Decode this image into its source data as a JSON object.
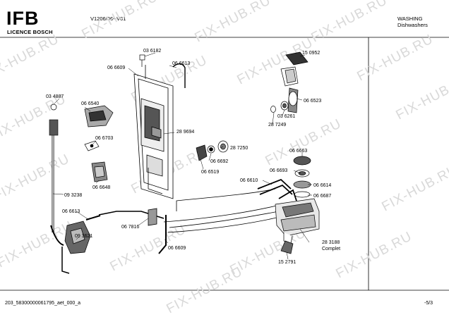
{
  "header": {
    "brand": "IFB",
    "brand_sub": "LICENCE BOSCH",
    "model": "V1206/06--V01",
    "category_line1": "WASHING",
    "category_line2": "Dishwashers"
  },
  "footer": {
    "doc_id": "203_58300000061795_aet_000_a",
    "page": "-5/3"
  },
  "watermark": "FIX-HUB.RU",
  "parts": {
    "p036182": "03 6182",
    "p066609a": "06 6609",
    "p066613a": "06 6613",
    "p034887": "03 4887",
    "p066540": "06 6540",
    "p289694": "28 9694",
    "p066703": "06 6703",
    "p287250": "28 7250",
    "p066692": "06 6692",
    "p066519": "06 6519",
    "p066648": "06 6648",
    "p093238": "09 3238",
    "p066613b": "06 6613",
    "p067816": "06 7816",
    "p093621": "09 3621",
    "p066609b": "06 6609",
    "p150952": "15 0952",
    "p066523": "06 6523",
    "p036261": "03 6261",
    "p287249": "28 7249",
    "p066663": "06 6663",
    "p066693": "06 6693",
    "p066610": "06 6610",
    "p066614": "06 6614",
    "p066687": "06 6687",
    "p283188": "28 3188",
    "complet": "Complet",
    "p152791": "15 2791"
  }
}
